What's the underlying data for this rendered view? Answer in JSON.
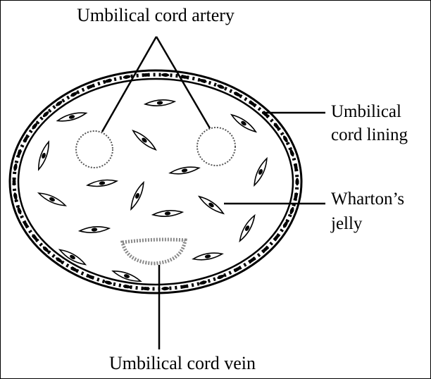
{
  "labels": {
    "artery": "Umbilical cord artery",
    "lining_1": "Umbilical",
    "lining_2": "cord lining",
    "jelly_1": "Wharton’s",
    "jelly_2": "jelly",
    "vein": "Umbilical cord vein"
  }
}
